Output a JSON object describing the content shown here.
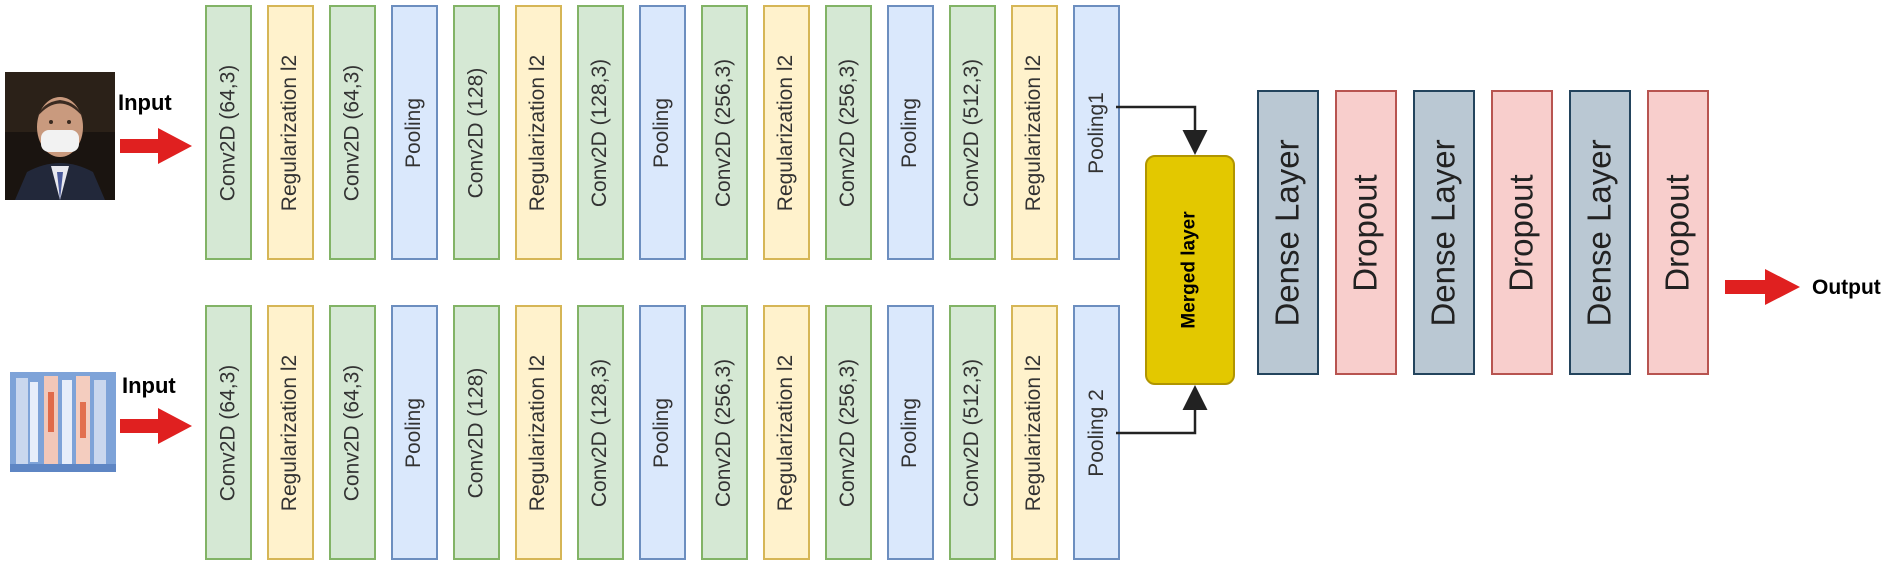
{
  "inputs": {
    "input_label_1": "Input",
    "input_label_2": "Input",
    "output_label": "Output"
  },
  "top_branch": [
    "Conv2D (64,3)",
    "Regularization l2",
    "Conv2D (64,3)",
    "Pooling",
    "Conv2D (128)",
    "Regularization l2",
    "Conv2D (128,3)",
    "Pooling",
    "Conv2D (256,3)",
    "Regularization l2",
    "Conv2D (256,3)",
    "Pooling",
    "Conv2D (512,3)",
    "Regularization l2",
    "Pooling1"
  ],
  "bottom_branch": [
    "Conv2D (64,3)",
    "Regularization l2",
    "Conv2D (64,3)",
    "Pooling",
    "Conv2D (128)",
    "Regularization l2",
    "Conv2D (128,3)",
    "Pooling",
    "Conv2D (256,3)",
    "Regularization l2",
    "Conv2D (256,3)",
    "Pooling",
    "Conv2D (512,3)",
    "Regularization l2",
    "Pooling 2"
  ],
  "merged": "Merged layer",
  "head": [
    "Dense Layer",
    "Dropout",
    "Dense Layer",
    "Dropout",
    "Dense Layer",
    "Dropout"
  ],
  "colors": {
    "conv": "#d5e8d4",
    "regularization": "#fff2cc",
    "pooling": "#dae8fc",
    "dense": "#bac8d3",
    "dropout": "#f8cecc",
    "merged": "#e3c800",
    "arrow": "#e02020"
  },
  "icons": [
    "face-photo-input",
    "spectrogram-input",
    "red-arrow-icon",
    "connector-arrow-icon"
  ]
}
